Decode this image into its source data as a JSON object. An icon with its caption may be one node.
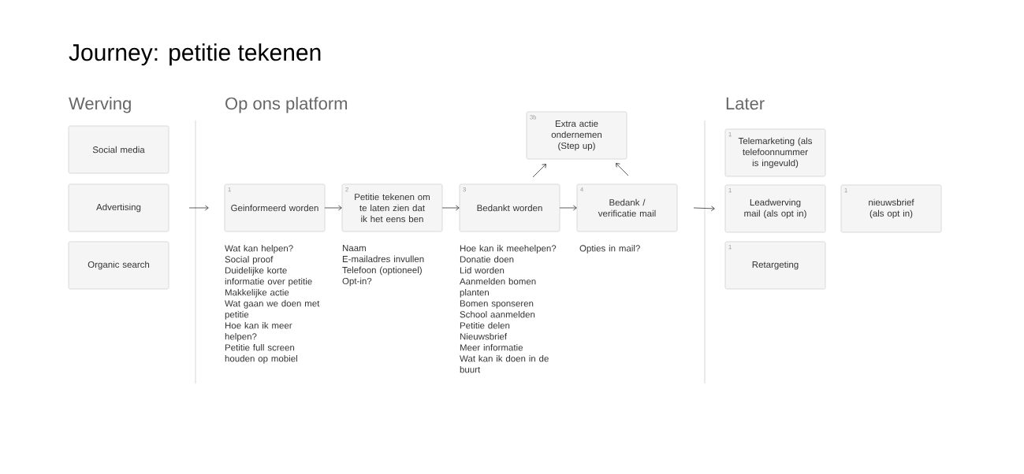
{
  "diagram": {
    "title": "Journey: petitie tekenen",
    "nodes": [
      {
        "text": [
          "Social media"
        ]
      },
      {
        "text": [
          "Advertising"
        ]
      },
      {
        "text": [
          "Organic search"
        ]
      },
      {
        "text": [
          "1",
          "Geinformeerd worden"
        ],
        "beside": [
          "Wat kan helpen?",
          "Social proof",
          "Duidelijke korte informatie over petitie",
          "Makkelijke actie",
          "Wat gaan we doen met petitie",
          "Hoe kan ik meer helpen?",
          "Petitie full screen houden op mobiel"
        ]
      },
      {
        "text": [
          "2",
          "Petitie tekenen om te laten zien dat ik het eens ben"
        ],
        "beside": [
          "Naam",
          "E-mailadres invullen",
          "Telefoon (optioneel)",
          "Opt-in?"
        ]
      },
      {
        "text": [
          "3",
          "Bedankt worden"
        ],
        "beside": [
          "Hoe kan ik meehelpen?",
          "Donatie doen",
          "Lid worden",
          "Aanmelden bomen planten",
          "Bomen sponseren",
          "School aanmelden",
          "Petitie delen",
          "Nieuwsbrief",
          "Meer informatie",
          "Wat kan ik doen in de buurt"
        ]
      },
      {
        "text": [
          "3b",
          "Extra actie ondernemen (Step up)"
        ]
      },
      {
        "text": [
          "4",
          "Bedank / verificatie mail"
        ],
        "beside": [
          "Opties in mail?"
        ]
      },
      {
        "text": [
          "1",
          "Telemarketing (als telefoonnummer is ingevuld)"
        ]
      },
      {
        "text": [
          "1",
          "Leadwerving mail (als opt in)"
        ]
      },
      {
        "text": [
          "1",
          "nieuwsbrief (als opt in)"
        ]
      },
      {
        "text": [
          "1",
          "Retargeting"
        ]
      }
    ],
    "edges": [
      {
        "from": 1,
        "to": 3,
        "arrow": "to"
      },
      {
        "from": 3,
        "to": 4,
        "arrow": "to"
      },
      {
        "from": 4,
        "to": 5,
        "arrow": "to"
      },
      {
        "from": 5,
        "to": 7,
        "arrow": "to"
      },
      {
        "from": 5,
        "to": 6,
        "arrow": "to"
      },
      {
        "from": 7,
        "to": 6,
        "arrow": "to"
      },
      {
        "from": 7,
        "to": 9,
        "arrow": "to"
      }
    ],
    "labels": [
      "Werving",
      "Op ons platform",
      "Later"
    ]
  }
}
